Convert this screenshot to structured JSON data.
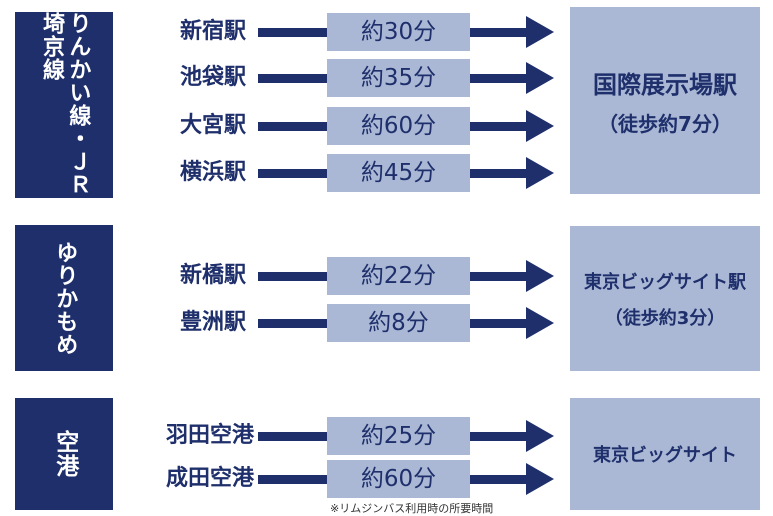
{
  "groups": [
    {
      "label": "りんかい線・ＪＲ埼京線",
      "destination": {
        "name": "国際展示場駅",
        "walk": "（徒歩約7分）"
      },
      "routes": [
        {
          "station": "新宿駅",
          "time": "約30分"
        },
        {
          "station": "池袋駅",
          "time": "約35分"
        },
        {
          "station": "大宮駅",
          "time": "約60分"
        },
        {
          "station": "横浜駅",
          "time": "約45分"
        }
      ]
    },
    {
      "label": "ゆりかもめ",
      "destination": {
        "name": "東京ビッグサイト駅",
        "walk": "（徒歩約3分）"
      },
      "routes": [
        {
          "station": "新橋駅",
          "time": "約22分"
        },
        {
          "station": "豊洲駅",
          "time": "約8分"
        }
      ]
    },
    {
      "label": "空港",
      "destination": {
        "name": "東京ビッグサイト",
        "walk": ""
      },
      "routes": [
        {
          "station": "羽田空港",
          "time": "約25分"
        },
        {
          "station": "成田空港",
          "time": "約60分"
        }
      ]
    }
  ],
  "note": "※リムジンバス利用時の所要時間",
  "colors": {
    "navy": "#1e2f6b",
    "light_blue": "#aab8d6"
  }
}
